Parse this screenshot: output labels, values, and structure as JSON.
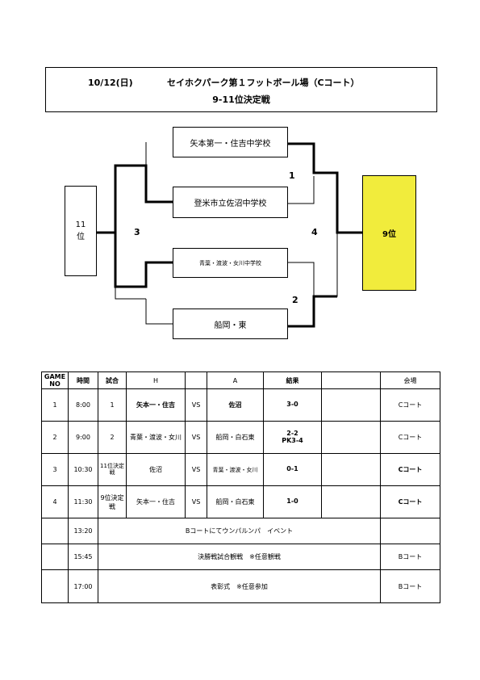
{
  "header": {
    "date": "10/12(日)",
    "venue": "セイホクパーク第１フットボール場（Cコート）",
    "title": "9-11位決定戦"
  },
  "bracket": {
    "teams": [
      "矢本第一・住吉中学校",
      "登米市立佐沼中学校",
      "青葉・渡波・女川中学校",
      "船岡・東"
    ],
    "place_left": [
      "11",
      "位"
    ],
    "place_right": "9位",
    "games": [
      "1",
      "2",
      "3",
      "4"
    ]
  },
  "schedule": {
    "headers": {
      "game_no": [
        "GAME",
        "NO"
      ],
      "time": "時間",
      "match": "試合",
      "h": "H",
      "a": "A",
      "result": "結果",
      "venue": "会場"
    },
    "matches": [
      {
        "no": "1",
        "time": "8:00",
        "match": "1",
        "home": "矢本一・住吉",
        "vs": "VS",
        "away": "佐沼",
        "result": [
          "3-0"
        ],
        "venue": "Cコート"
      },
      {
        "no": "2",
        "time": "9:00",
        "match": "2",
        "home": "青葉・渡波・女川",
        "vs": "VS",
        "away": "船岡・白石東",
        "result": [
          "2-2",
          "PK3-4"
        ],
        "venue": "Cコート"
      },
      {
        "no": "3",
        "time": "10:30",
        "match": "11位決定戦",
        "home": "佐沼",
        "vs": "VS",
        "away": "青葉・渡波・女川",
        "result": [
          "0-1"
        ],
        "venue": "Cコート"
      },
      {
        "no": "4",
        "time": "11:30",
        "match": "9位決定戦",
        "home": "矢本一・住吉",
        "vs": "VS",
        "away": "船岡・白石東",
        "result": [
          "1-0"
        ],
        "venue": "Cコート"
      }
    ],
    "events": [
      {
        "time": "13:20",
        "text": "Bコートにてウンパルンパ　イベント",
        "venue": ""
      },
      {
        "time": "15:45",
        "text": "決勝戦試合観戦　※任意観戦",
        "venue": "Bコート"
      },
      {
        "time": "17:00",
        "text": "表彰式　※任意参加",
        "venue": "Bコート"
      }
    ]
  }
}
